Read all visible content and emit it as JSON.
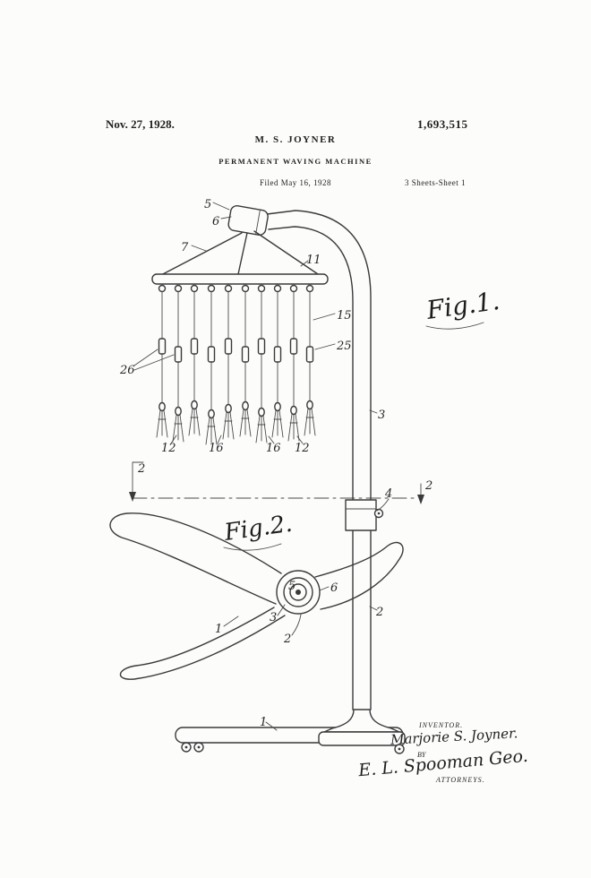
{
  "page": {
    "date": "Nov. 27, 1928.",
    "patent_number": "1,693,515",
    "inventor": "M. S. JOYNER",
    "title": "PERMANENT WAVING MACHINE",
    "filed": "Filed May 16, 1928",
    "sheet": "3 Sheets-Sheet 1"
  },
  "figures": {
    "fig1": "Fig.1.",
    "fig2": "Fig.2."
  },
  "refs": {
    "r5a": "5",
    "r6a": "6",
    "r7": "7",
    "r11": "11",
    "r15": "15",
    "r25": "25",
    "r26": "26",
    "r3a": "3",
    "r12a": "12",
    "r16a": "16",
    "r16b": "16",
    "r12b": "12",
    "r2a": "2",
    "r2b": "2",
    "r4": "4",
    "r5b": "5",
    "r6b": "6",
    "r1a": "1",
    "r3b": "3",
    "r2c": "2",
    "r2d": "2",
    "r1b": "1"
  },
  "signature": {
    "inventor_caption": "INVENTOR.",
    "inventor_name": "Marjorie S. Joyner.",
    "by_label": "BY",
    "attorney_signature": "E. L. Spooman Geo.",
    "attorneys_caption": "ATTORNEYS."
  }
}
